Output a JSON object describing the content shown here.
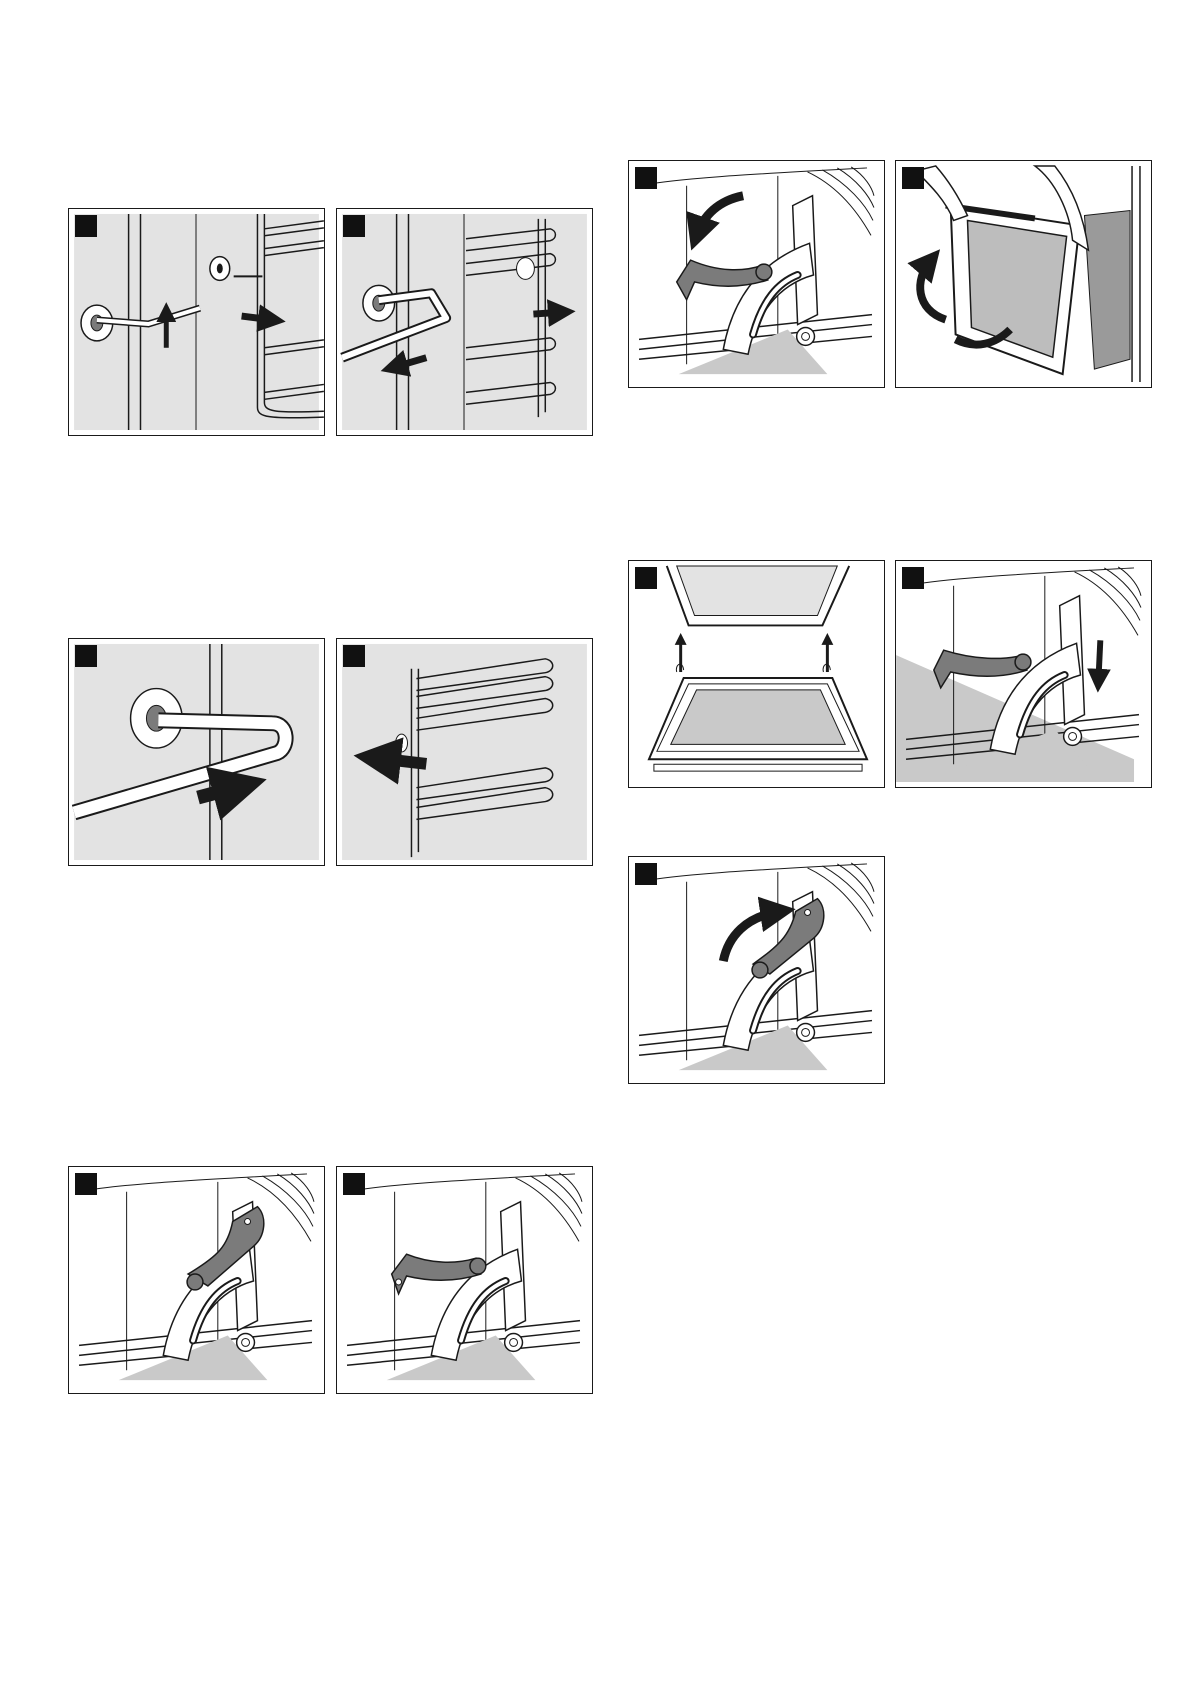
{
  "colors": {
    "ink": "#1a1a1a",
    "panel_gray": "#e3e3e3",
    "floor_gray": "#c9c9c9",
    "latch_gray": "#7b7b7b",
    "glass_gray": "#bdbdbd",
    "marker": "#111111"
  },
  "figures": [
    {
      "id": "fig-1a",
      "depicts": "rail-hook-lift-icon"
    },
    {
      "id": "fig-1b",
      "depicts": "rail-pull-out-icon"
    },
    {
      "id": "fig-2a",
      "depicts": "rail-hook-insert-icon"
    },
    {
      "id": "fig-2b",
      "depicts": "rail-push-in-icon"
    },
    {
      "id": "fig-3a",
      "depicts": "hinge-lever-up-icon"
    },
    {
      "id": "fig-3b",
      "depicts": "hinge-lever-down-icon"
    },
    {
      "id": "fig-4a",
      "depicts": "hinge-lever-fold-icon"
    },
    {
      "id": "fig-4b",
      "depicts": "door-remove-icon"
    },
    {
      "id": "fig-5a",
      "depicts": "door-glass-lift-icon"
    },
    {
      "id": "fig-5b",
      "depicts": "hinge-insert-icon"
    },
    {
      "id": "fig-6",
      "depicts": "hinge-lever-close-icon"
    }
  ]
}
